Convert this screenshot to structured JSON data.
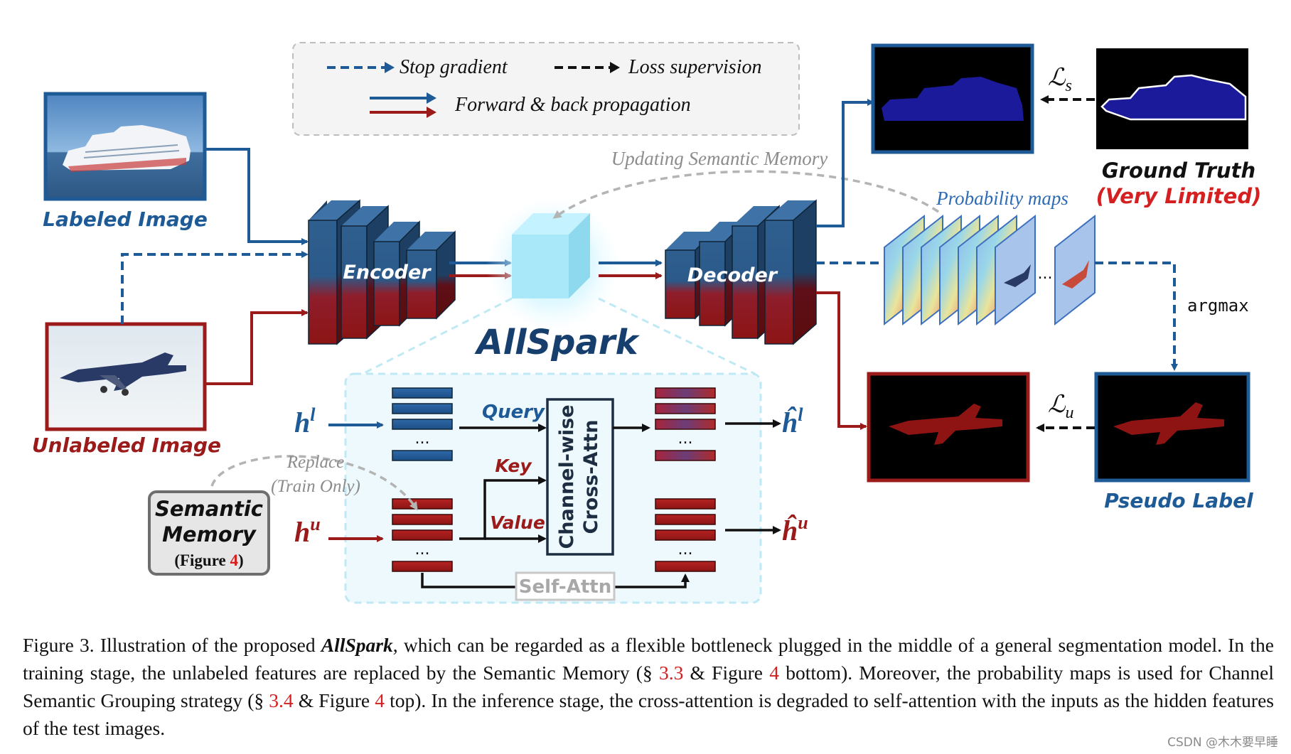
{
  "legend": {
    "stop_gradient": "Stop gradient",
    "loss_supervision": "Loss supervision",
    "forward_back": "Forward & back propagation"
  },
  "inputs": {
    "labeled": "Labeled Image",
    "unlabeled": "Unlabeled Image"
  },
  "encoder": "Encoder",
  "decoder": "Decoder",
  "module_name": "AllSpark",
  "updating_memory": "Updating Semantic Memory",
  "probability_maps": "Probability maps",
  "ground_truth": {
    "title": "Ground Truth",
    "note": "(Very Limited)"
  },
  "pseudo_label": "Pseudo Label",
  "argmax": "argmax",
  "loss_s": {
    "sym": "ℒ",
    "sub": "s"
  },
  "loss_u": {
    "sym": "ℒ",
    "sub": "u"
  },
  "detail": {
    "hl": {
      "base": "h",
      "sup": "l"
    },
    "hu": {
      "base": "h",
      "sup": "u"
    },
    "hl_hat": {
      "base": "ĥ",
      "sup": "l"
    },
    "hu_hat": {
      "base": "ĥ",
      "sup": "u"
    },
    "query": "Query",
    "key": "Key",
    "value": "Value",
    "cross_attn_line1": "Channel-wise",
    "cross_attn_line2": "Cross-Attn",
    "self_attn": "Self-Attn",
    "replace_line1": "Replace",
    "replace_line2": "(Train Only)",
    "dots": "...",
    "memory": {
      "line1": "Semantic",
      "line2": "Memory",
      "fig_prefix": "(Figure ",
      "fig_ref": "4",
      "fig_suffix": ")"
    }
  },
  "caption": {
    "lead": "Figure 3. Illustration of the proposed ",
    "name": "AllSpark",
    "t1": ", which can be regarded as a flexible bottleneck plugged in the middle of a general segmentation model.  In the training stage, the unlabeled features are replaced by the Semantic Memory (§ ",
    "r1": "3.3",
    "t2": " & Figure ",
    "r2": "4",
    "t3": " bottom).  Moreover, the probability maps is used for Channel Semantic Grouping strategy (§ ",
    "r3": "3.4",
    "t4": " & Figure ",
    "r4": "4",
    "t5": " top). In the inference stage, the cross-attention is degraded to self-attention with the inputs as the hidden features of the test images."
  },
  "watermark": "CSDN @木木要早睡",
  "colors": {
    "blue": "#1d5a96",
    "red": "#9b1a1a",
    "gray_dash": "#b4b4b4",
    "cube": "#9fe3f5"
  }
}
